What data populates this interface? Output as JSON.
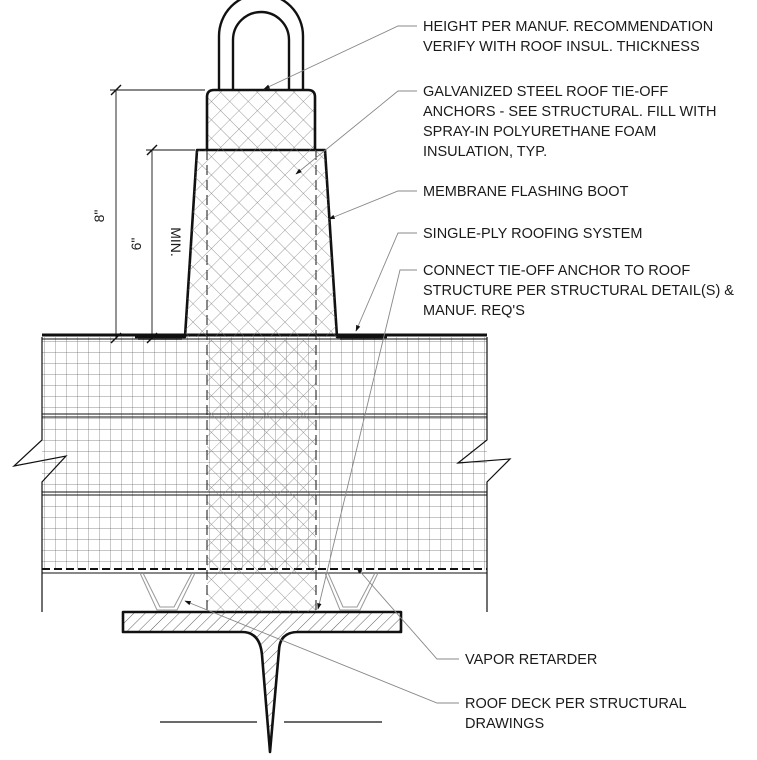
{
  "notes": {
    "height": [
      "HEIGHT PER MANUF. RECOMMENDATION",
      "VERIFY WITH ROOF INSUL. THICKNESS"
    ],
    "anchor": [
      "GALVANIZED STEEL ROOF TIE-OFF",
      "ANCHORS - SEE STRUCTURAL. FILL WITH",
      "SPRAY-IN POLYURETHANE FOAM",
      "INSULATION, TYP."
    ],
    "boot": [
      "MEMBRANE FLASHING BOOT"
    ],
    "single_ply": [
      "SINGLE-PLY ROOFING SYSTEM"
    ],
    "connect": [
      "CONNECT TIE-OFF ANCHOR TO ROOF",
      "STRUCTURE PER STRUCTURAL DETAIL(S) &",
      "MANUF. REQ'S"
    ],
    "vapor": [
      "VAPOR RETARDER"
    ],
    "deck": [
      "ROOF DECK PER STRUCTURAL",
      "DRAWINGS"
    ]
  },
  "dimensions": {
    "overall": "8\"",
    "minimum_value": "6\"",
    "minimum_label": "MIN."
  }
}
